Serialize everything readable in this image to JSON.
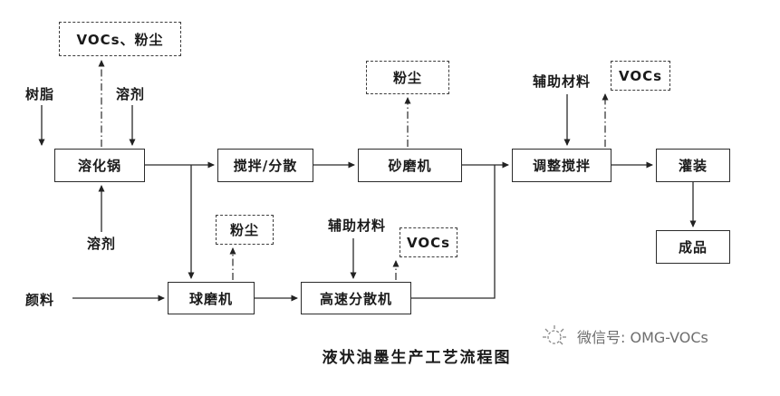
{
  "title": "液状油墨生产工艺流程图",
  "watermark": {
    "text": "微信号: OMG-VOCs"
  },
  "nodes": {
    "dissolving_pot": "溶化锅",
    "mix_disperse": "搅拌/分散",
    "sand_mill": "砂磨机",
    "adjust_mix": "调整搅拌",
    "filling": "灌装",
    "ball_mill": "球磨机",
    "high_speed_disperser": "高速分散机",
    "finished_product": "成品"
  },
  "emissions": {
    "vocs_dust": "VOCs、粉尘",
    "dust_top": "粉尘",
    "dust_bottom": "粉尘",
    "vocs_bottom": "VOCs",
    "vocs_top": "VOCs"
  },
  "inputs": {
    "resin": "树脂",
    "solvent_top": "溶剂",
    "solvent_bottom": "溶剂",
    "pigment": "颜料",
    "aux_material_bottom": "辅助材料",
    "aux_material_top": "辅助材料"
  },
  "colors": {
    "line": "#2a2a2a",
    "text": "#1a1a1a",
    "watermark_text": "#6e6e6e"
  }
}
